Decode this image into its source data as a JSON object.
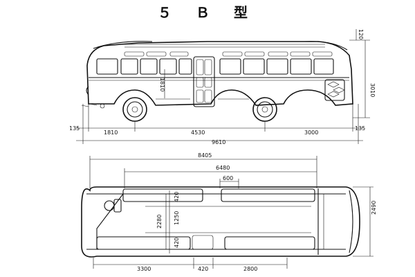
{
  "title": "５ Ｂ 型",
  "side_view": {
    "dims": {
      "top_roof": "120",
      "height": "3010",
      "window_h": "1810",
      "front_overhang": "1810",
      "wheelbase": "4530",
      "rear_overhang": "3000",
      "front_bumper": "135",
      "rear_bumper": "135",
      "overall_length": "9610"
    }
  },
  "plan_view": {
    "dims": {
      "length_a": "8405",
      "length_b": "6480",
      "door_w": "600",
      "width": "2490",
      "inner_w": "2280",
      "aisle": "1250",
      "seat_a": "420",
      "seat_b": "420",
      "front_len": "3300",
      "door_w2": "420",
      "rear_len": "2800"
    }
  }
}
